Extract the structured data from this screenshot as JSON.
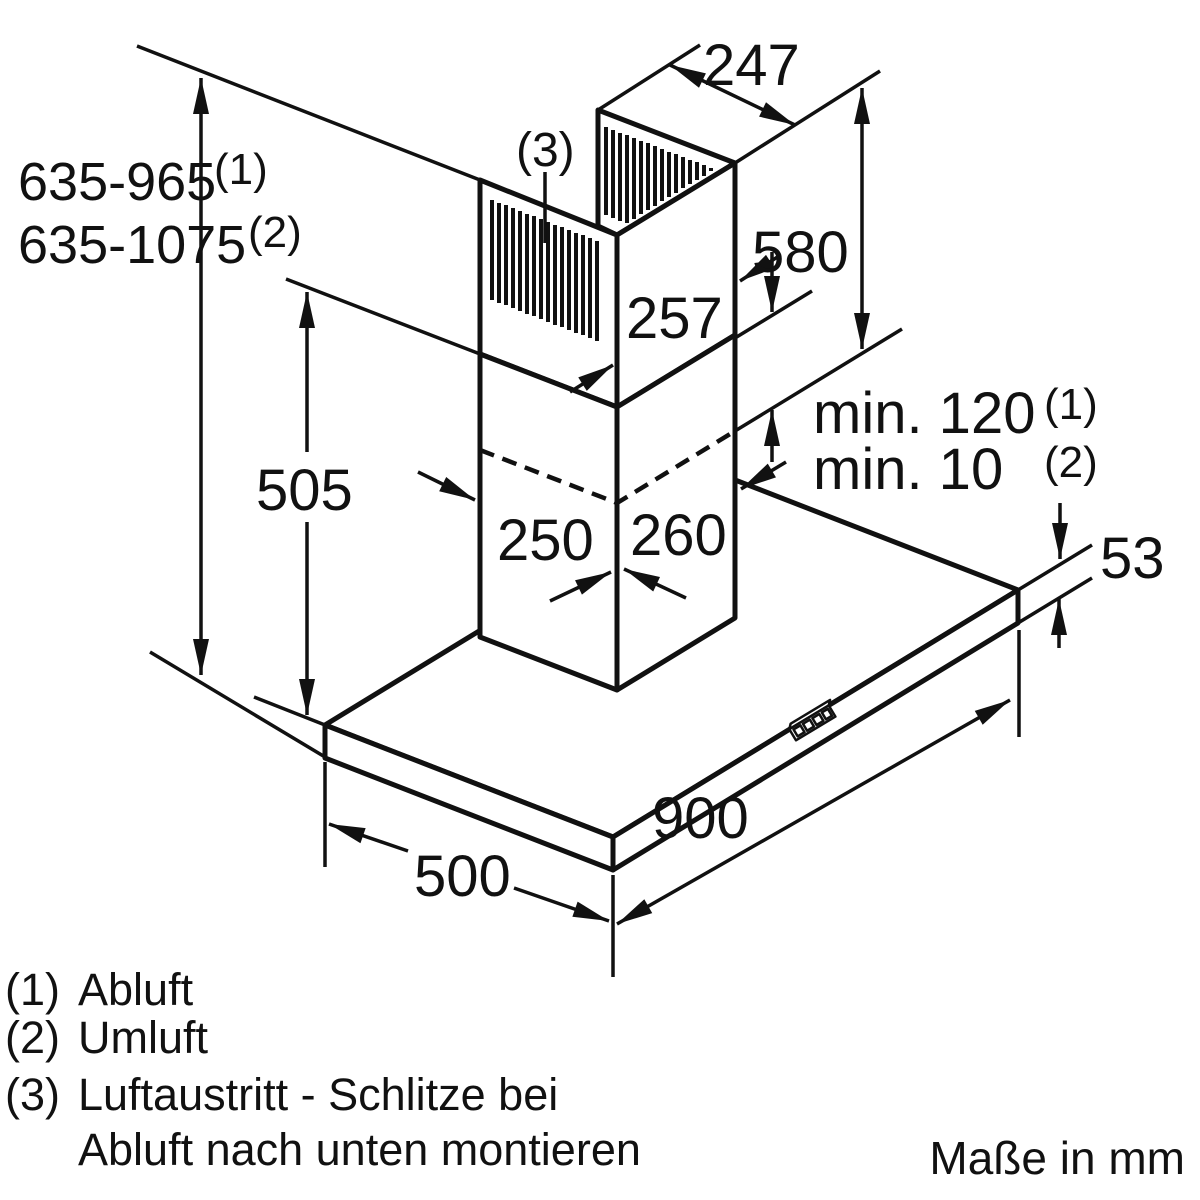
{
  "dims": {
    "height_range_1": "635-965",
    "height_range_1_ref": "(1)",
    "height_range_2": "635-1075",
    "height_range_2_ref": "(2)",
    "slits_ref": "(3)",
    "top_depth": "247",
    "upper_height": "580",
    "upper_width": "257",
    "min_clearance_1": "min. 120",
    "min_clearance_1_ref": "(1)",
    "min_clearance_2": "min. 10",
    "min_clearance_2_ref": "(2)",
    "lower_height": "505",
    "lower_depth": "250",
    "lower_width": "260",
    "body_height": "53",
    "body_width": "900",
    "body_depth": "500"
  },
  "legend": {
    "items": [
      {
        "num": "(1)",
        "text": "Abluft"
      },
      {
        "num": "(2)",
        "text": "Umluft"
      },
      {
        "num": "(3)",
        "text": "Luftaustritt - Schlitze bei"
      }
    ],
    "item3_line2": "Abluft nach unten montieren"
  },
  "footer": {
    "units_note": "Maße in mm"
  },
  "colors": {
    "line": "#111111",
    "background": "#ffffff"
  }
}
